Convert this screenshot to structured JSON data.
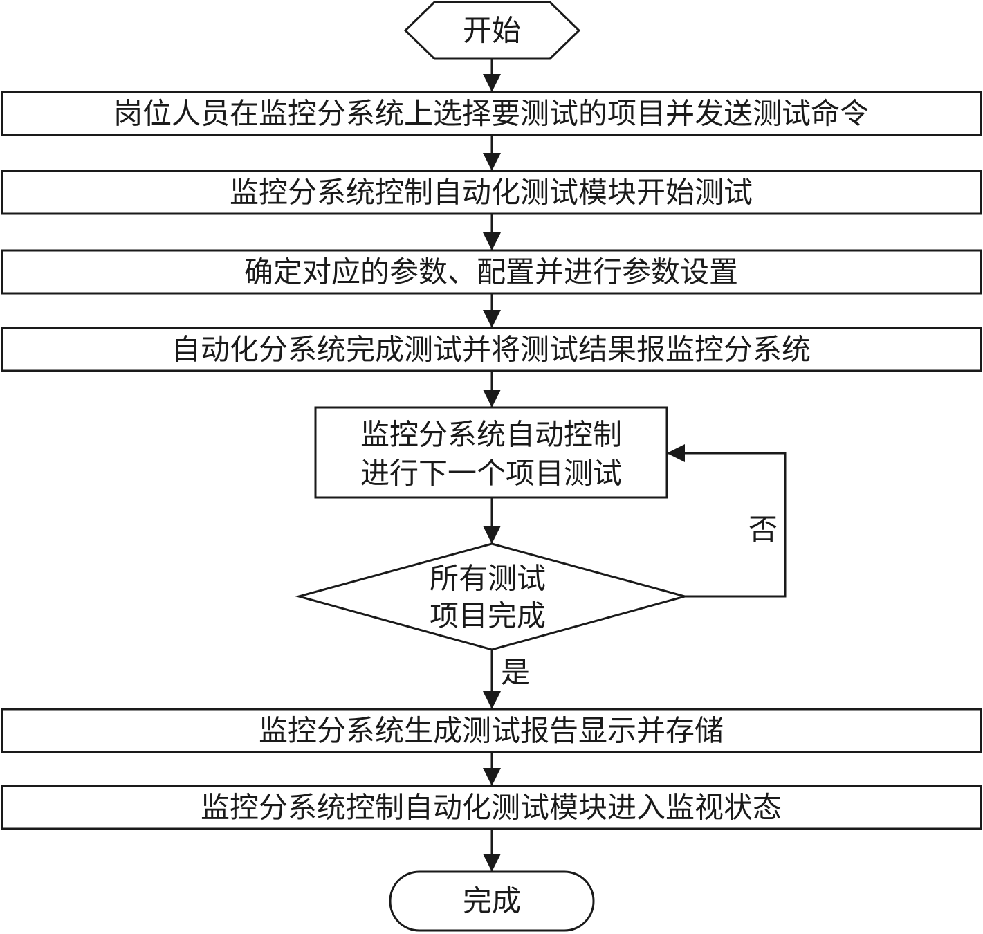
{
  "flowchart": {
    "start": "开始",
    "step1": "岗位人员在监控分系统上选择要测试的项目并发送测试命令",
    "step2": "监控分系统控制自动化测试模块开始测试",
    "step3": "确定对应的参数、配置并进行参数设置",
    "step4": "自动化分系统完成测试并将测试结果报监控分系统",
    "step5_line1": "监控分系统自动控制",
    "step5_line2": "进行下一个项目测试",
    "decision_line1": "所有测试",
    "decision_line2": "项目完成",
    "no_label": "否",
    "yes_label": "是",
    "step6": "监控分系统生成测试报告显示并存储",
    "step7": "监控分系统控制自动化测试模块进入监视状态",
    "end": "完成"
  }
}
